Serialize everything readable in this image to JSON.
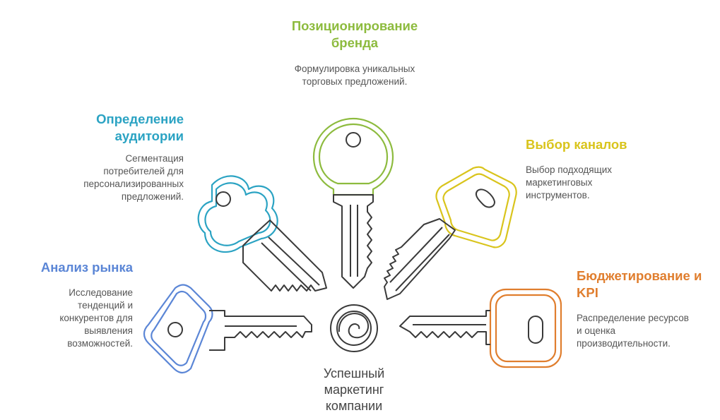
{
  "colors": {
    "market": "#5b86d6",
    "audience": "#2ba3c3",
    "brand": "#8dbb3e",
    "channels": "#d9c41c",
    "budget": "#e07e2e",
    "ink": "#3a3a3a"
  },
  "center": {
    "label": "Успешный маркетинг компании"
  },
  "market": {
    "title": "Анализ рынка",
    "description": "Исследование тенденций и конкурентов для выявления возможностей."
  },
  "audience": {
    "title": "Определение аудитории",
    "description": "Сегментация потребителей для персонализированных предложений."
  },
  "brand": {
    "title": "Позиционирование бренда",
    "description": "Формулировка уникальных торговых предложений."
  },
  "channels": {
    "title": "Выбор каналов",
    "description": "Выбор подходящих маркетинговых инструментов."
  },
  "budget": {
    "title": "Бюджетирование и KPI",
    "description": "Распределение ресурсов и оценка производительности."
  }
}
